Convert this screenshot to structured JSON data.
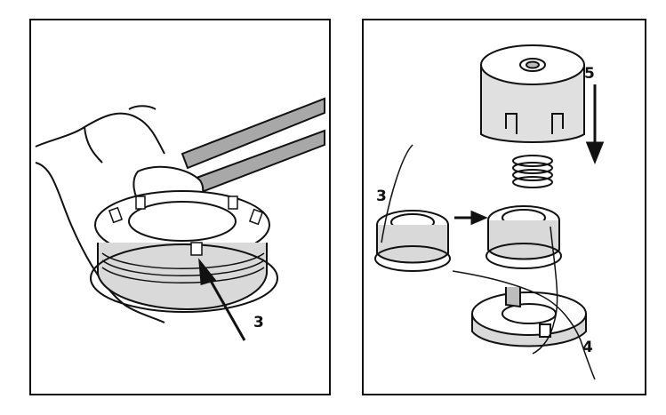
{
  "figure": {
    "left_panel": {
      "callouts": [
        {
          "label": "3"
        }
      ]
    },
    "right_panel": {
      "callouts": [
        {
          "label": "5"
        },
        {
          "label": "3"
        },
        {
          "label": "4"
        }
      ]
    }
  },
  "colors": {
    "line": "#111111",
    "background": "#ffffff",
    "shade": "#cfcfcf",
    "mid": "#9a9a9a"
  }
}
